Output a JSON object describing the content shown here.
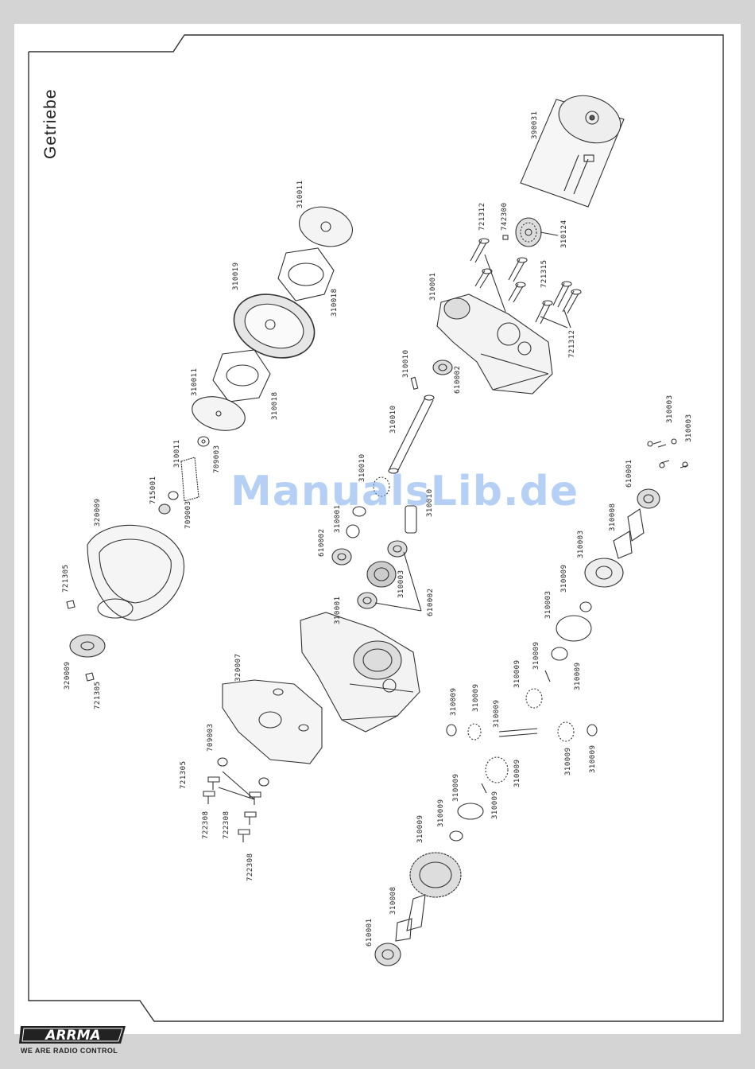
{
  "page": {
    "title": "Getriebe",
    "watermark": "ManualsLib.de"
  },
  "brand": {
    "logo_text": "ARRMA",
    "slogan": "WE ARE RADIO CONTROL"
  },
  "part_labels": [
    {
      "id": "p1",
      "text": "390031"
    },
    {
      "id": "p2",
      "text": "742300"
    },
    {
      "id": "p3",
      "text": "721312"
    },
    {
      "id": "p4",
      "text": "310124"
    },
    {
      "id": "p5",
      "text": "721315"
    },
    {
      "id": "p6",
      "text": "721312"
    },
    {
      "id": "p7",
      "text": "310001"
    },
    {
      "id": "p8",
      "text": "310011"
    },
    {
      "id": "p9",
      "text": "310019"
    },
    {
      "id": "p10",
      "text": "310018"
    },
    {
      "id": "p11",
      "text": "310011"
    },
    {
      "id": "p12",
      "text": "310018"
    },
    {
      "id": "p13",
      "text": "310011"
    },
    {
      "id": "p14",
      "text": "709003"
    },
    {
      "id": "p15",
      "text": "715001"
    },
    {
      "id": "p16",
      "text": "709003"
    },
    {
      "id": "p17",
      "text": "320009"
    },
    {
      "id": "p18",
      "text": "721305"
    },
    {
      "id": "p19",
      "text": "320009"
    },
    {
      "id": "p20",
      "text": "721305"
    },
    {
      "id": "p21",
      "text": "310010"
    },
    {
      "id": "p22",
      "text": "610002"
    },
    {
      "id": "p23",
      "text": "310010"
    },
    {
      "id": "p24",
      "text": "310010"
    },
    {
      "id": "p25",
      "text": "310010"
    },
    {
      "id": "p26",
      "text": "310001"
    },
    {
      "id": "p27",
      "text": "610002"
    },
    {
      "id": "p28",
      "text": "310003"
    },
    {
      "id": "p29",
      "text": "610002"
    },
    {
      "id": "p30",
      "text": "310001"
    },
    {
      "id": "p31",
      "text": "320007"
    },
    {
      "id": "p32",
      "text": "709003"
    },
    {
      "id": "p33",
      "text": "721305"
    },
    {
      "id": "p34",
      "text": "722308"
    },
    {
      "id": "p35",
      "text": "722308"
    },
    {
      "id": "p36",
      "text": "722308"
    },
    {
      "id": "p37",
      "text": "310003"
    },
    {
      "id": "p38",
      "text": "310003"
    },
    {
      "id": "p39",
      "text": "610001"
    },
    {
      "id": "p40",
      "text": "310008"
    },
    {
      "id": "p41",
      "text": "310003"
    },
    {
      "id": "p42",
      "text": "310009"
    },
    {
      "id": "p43",
      "text": "310003"
    },
    {
      "id": "p44",
      "text": "310009"
    },
    {
      "id": "p45",
      "text": "310009"
    },
    {
      "id": "p46",
      "text": "310009"
    },
    {
      "id": "p47",
      "text": "310009"
    },
    {
      "id": "p48",
      "text": "310009"
    },
    {
      "id": "p49",
      "text": "310009"
    },
    {
      "id": "p50",
      "text": "310009"
    },
    {
      "id": "p51",
      "text": "310009"
    },
    {
      "id": "p52",
      "text": "310009"
    },
    {
      "id": "p53",
      "text": "310009"
    },
    {
      "id": "p54",
      "text": "310009"
    },
    {
      "id": "p55",
      "text": "310009"
    },
    {
      "id": "p56",
      "text": "310009"
    },
    {
      "id": "p57",
      "text": "310003"
    },
    {
      "id": "p58",
      "text": "310008"
    },
    {
      "id": "p59",
      "text": "610001"
    }
  ]
}
